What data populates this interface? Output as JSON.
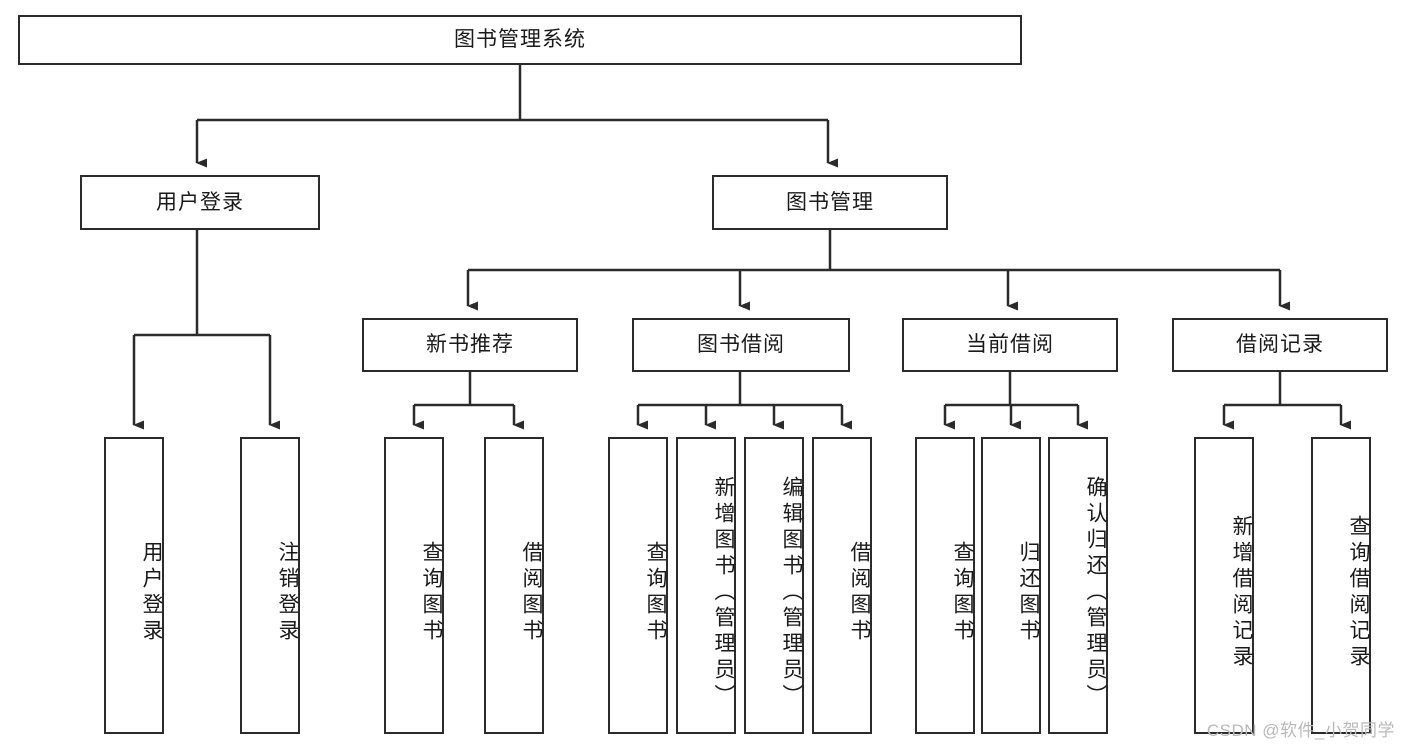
{
  "diagram": {
    "title": "图书管理系统",
    "type": "tree",
    "watermark": "CSDN @软件_小贺同学",
    "colors": {
      "box_border": "#2b2b2b",
      "box_fill": "#ffffff",
      "edge": "#2b2b2b",
      "text": "#1a1a1a",
      "watermark": "#b9b9b9",
      "background": "#ffffff"
    },
    "levels": {
      "root": {
        "label": "图书管理系统"
      },
      "level2": [
        {
          "id": "user-login",
          "label": "用户登录"
        },
        {
          "id": "book-manage",
          "label": "图书管理"
        }
      ],
      "level3": [
        {
          "id": "new-book-recommend",
          "label": "新书推荐"
        },
        {
          "id": "book-borrow",
          "label": "图书借阅"
        },
        {
          "id": "current-borrow",
          "label": "当前借阅"
        },
        {
          "id": "borrow-record",
          "label": "借阅记录"
        }
      ],
      "leaves": {
        "user-login": [
          {
            "id": "leaf-user-login",
            "label": "用户登录"
          },
          {
            "id": "leaf-logout-login",
            "label": "注销登录"
          }
        ],
        "new-book-recommend": [
          {
            "id": "leaf-query-book-1",
            "label": "查询图书"
          },
          {
            "id": "leaf-borrow-book-1",
            "label": "借阅图书"
          }
        ],
        "book-borrow": [
          {
            "id": "leaf-query-book-2",
            "label": "查询图书"
          },
          {
            "id": "leaf-add-book",
            "label": "新增图书（管理员）"
          },
          {
            "id": "leaf-edit-book",
            "label": "编辑图书（管理员）"
          },
          {
            "id": "leaf-borrow-book-2",
            "label": "借阅图书"
          }
        ],
        "current-borrow": [
          {
            "id": "leaf-query-book-3",
            "label": "查询图书"
          },
          {
            "id": "leaf-return-book",
            "label": "归还图书"
          },
          {
            "id": "leaf-confirm-return",
            "label": "确认归还（管理员）"
          }
        ],
        "borrow-record": [
          {
            "id": "leaf-add-record",
            "label": "新增借阅记录"
          },
          {
            "id": "leaf-query-record",
            "label": "查询借阅记录"
          }
        ]
      }
    }
  }
}
